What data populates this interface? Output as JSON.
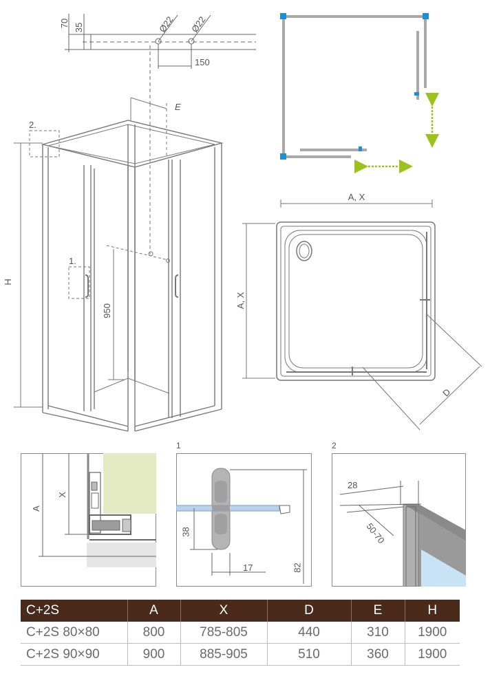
{
  "top_detail": {
    "dim_70": "70",
    "dim_35": "35",
    "pipe1": "Ø22",
    "pipe2": "Ø22",
    "dim_150": "150",
    "dim_e": "E"
  },
  "cabin": {
    "callout_2": "2.",
    "callout_1": "1.",
    "height": "H",
    "dim_950": "950"
  },
  "plan": {
    "marker_color": "#1e8fd5",
    "arrow_color": "#9ac31c"
  },
  "tray": {
    "width_label": "A, X",
    "depth_label": "A, X",
    "diag_label": "D"
  },
  "details": {
    "section": {
      "a": "A",
      "x": "X"
    },
    "d1": {
      "title": "1",
      "dim_38": "38",
      "dim_17": "17",
      "dim_82": "82"
    },
    "d2": {
      "title": "2",
      "dim_28": "28",
      "dim_50_70": "50-70"
    }
  },
  "table": {
    "headers": [
      "C+2S",
      "A",
      "X",
      "D",
      "E",
      "H"
    ],
    "rows": [
      [
        "C+2S 80×80",
        "800",
        "785-805",
        "440",
        "310",
        "1900"
      ],
      [
        "C+2S 90×90",
        "900",
        "885-905",
        "510",
        "360",
        "1900"
      ]
    ]
  }
}
